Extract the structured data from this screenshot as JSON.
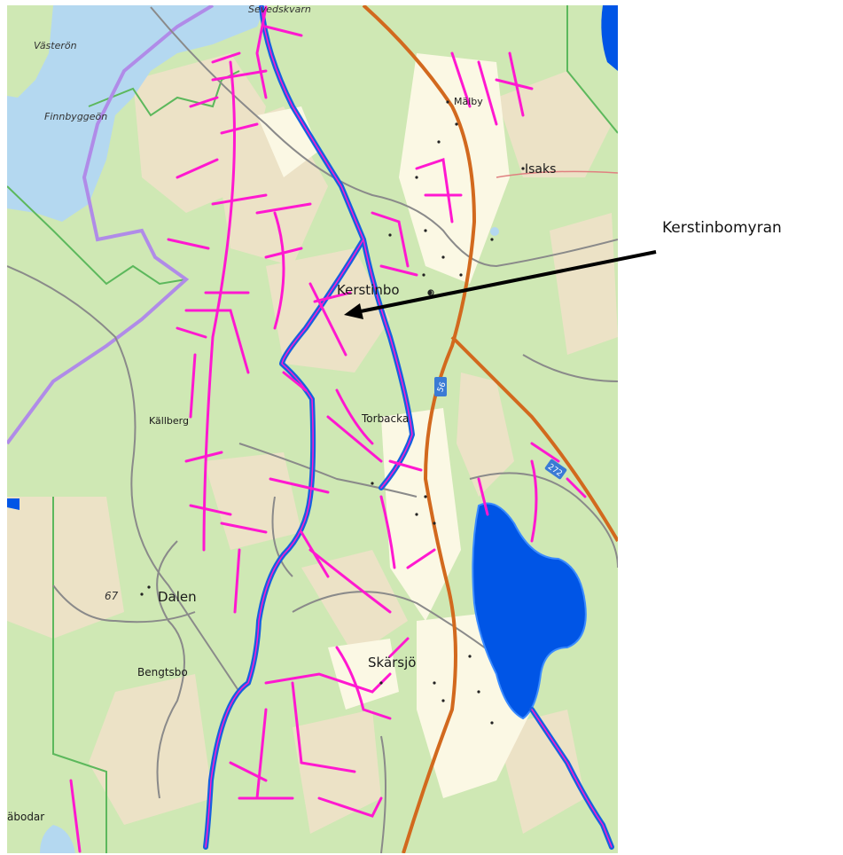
{
  "callout": {
    "label": "Kerstinbomyran"
  },
  "places": {
    "sevedskvarn": "Sevedskvarn",
    "vasteron": "Västerön",
    "finnbyggeon": "Finnbyggeön",
    "malby": "Mälby",
    "isaks": "Isaks",
    "kerstinbo": "Kerstinbo",
    "torbacka": "Torbacka",
    "kallberg": "Källberg",
    "dalen": "Dalen",
    "bengtsbo": "Bengtsbo",
    "skarsjo": "Skärsjö",
    "abodar": "äbodar",
    "elev67": "67"
  },
  "roads": {
    "r56": "56",
    "r272": "272"
  },
  "colors": {
    "forest": "#cfe8b4",
    "open_land": "#ece2c6",
    "settlement": "#fbf8e4",
    "water": "#b4d8f0",
    "lake": "#0055e6",
    "ditch": "#ff18d0",
    "stream": "#1560e0",
    "main_road": "#d2691e",
    "boundary_green": "#5cb85c",
    "boundary_purple": "#b08be8"
  }
}
